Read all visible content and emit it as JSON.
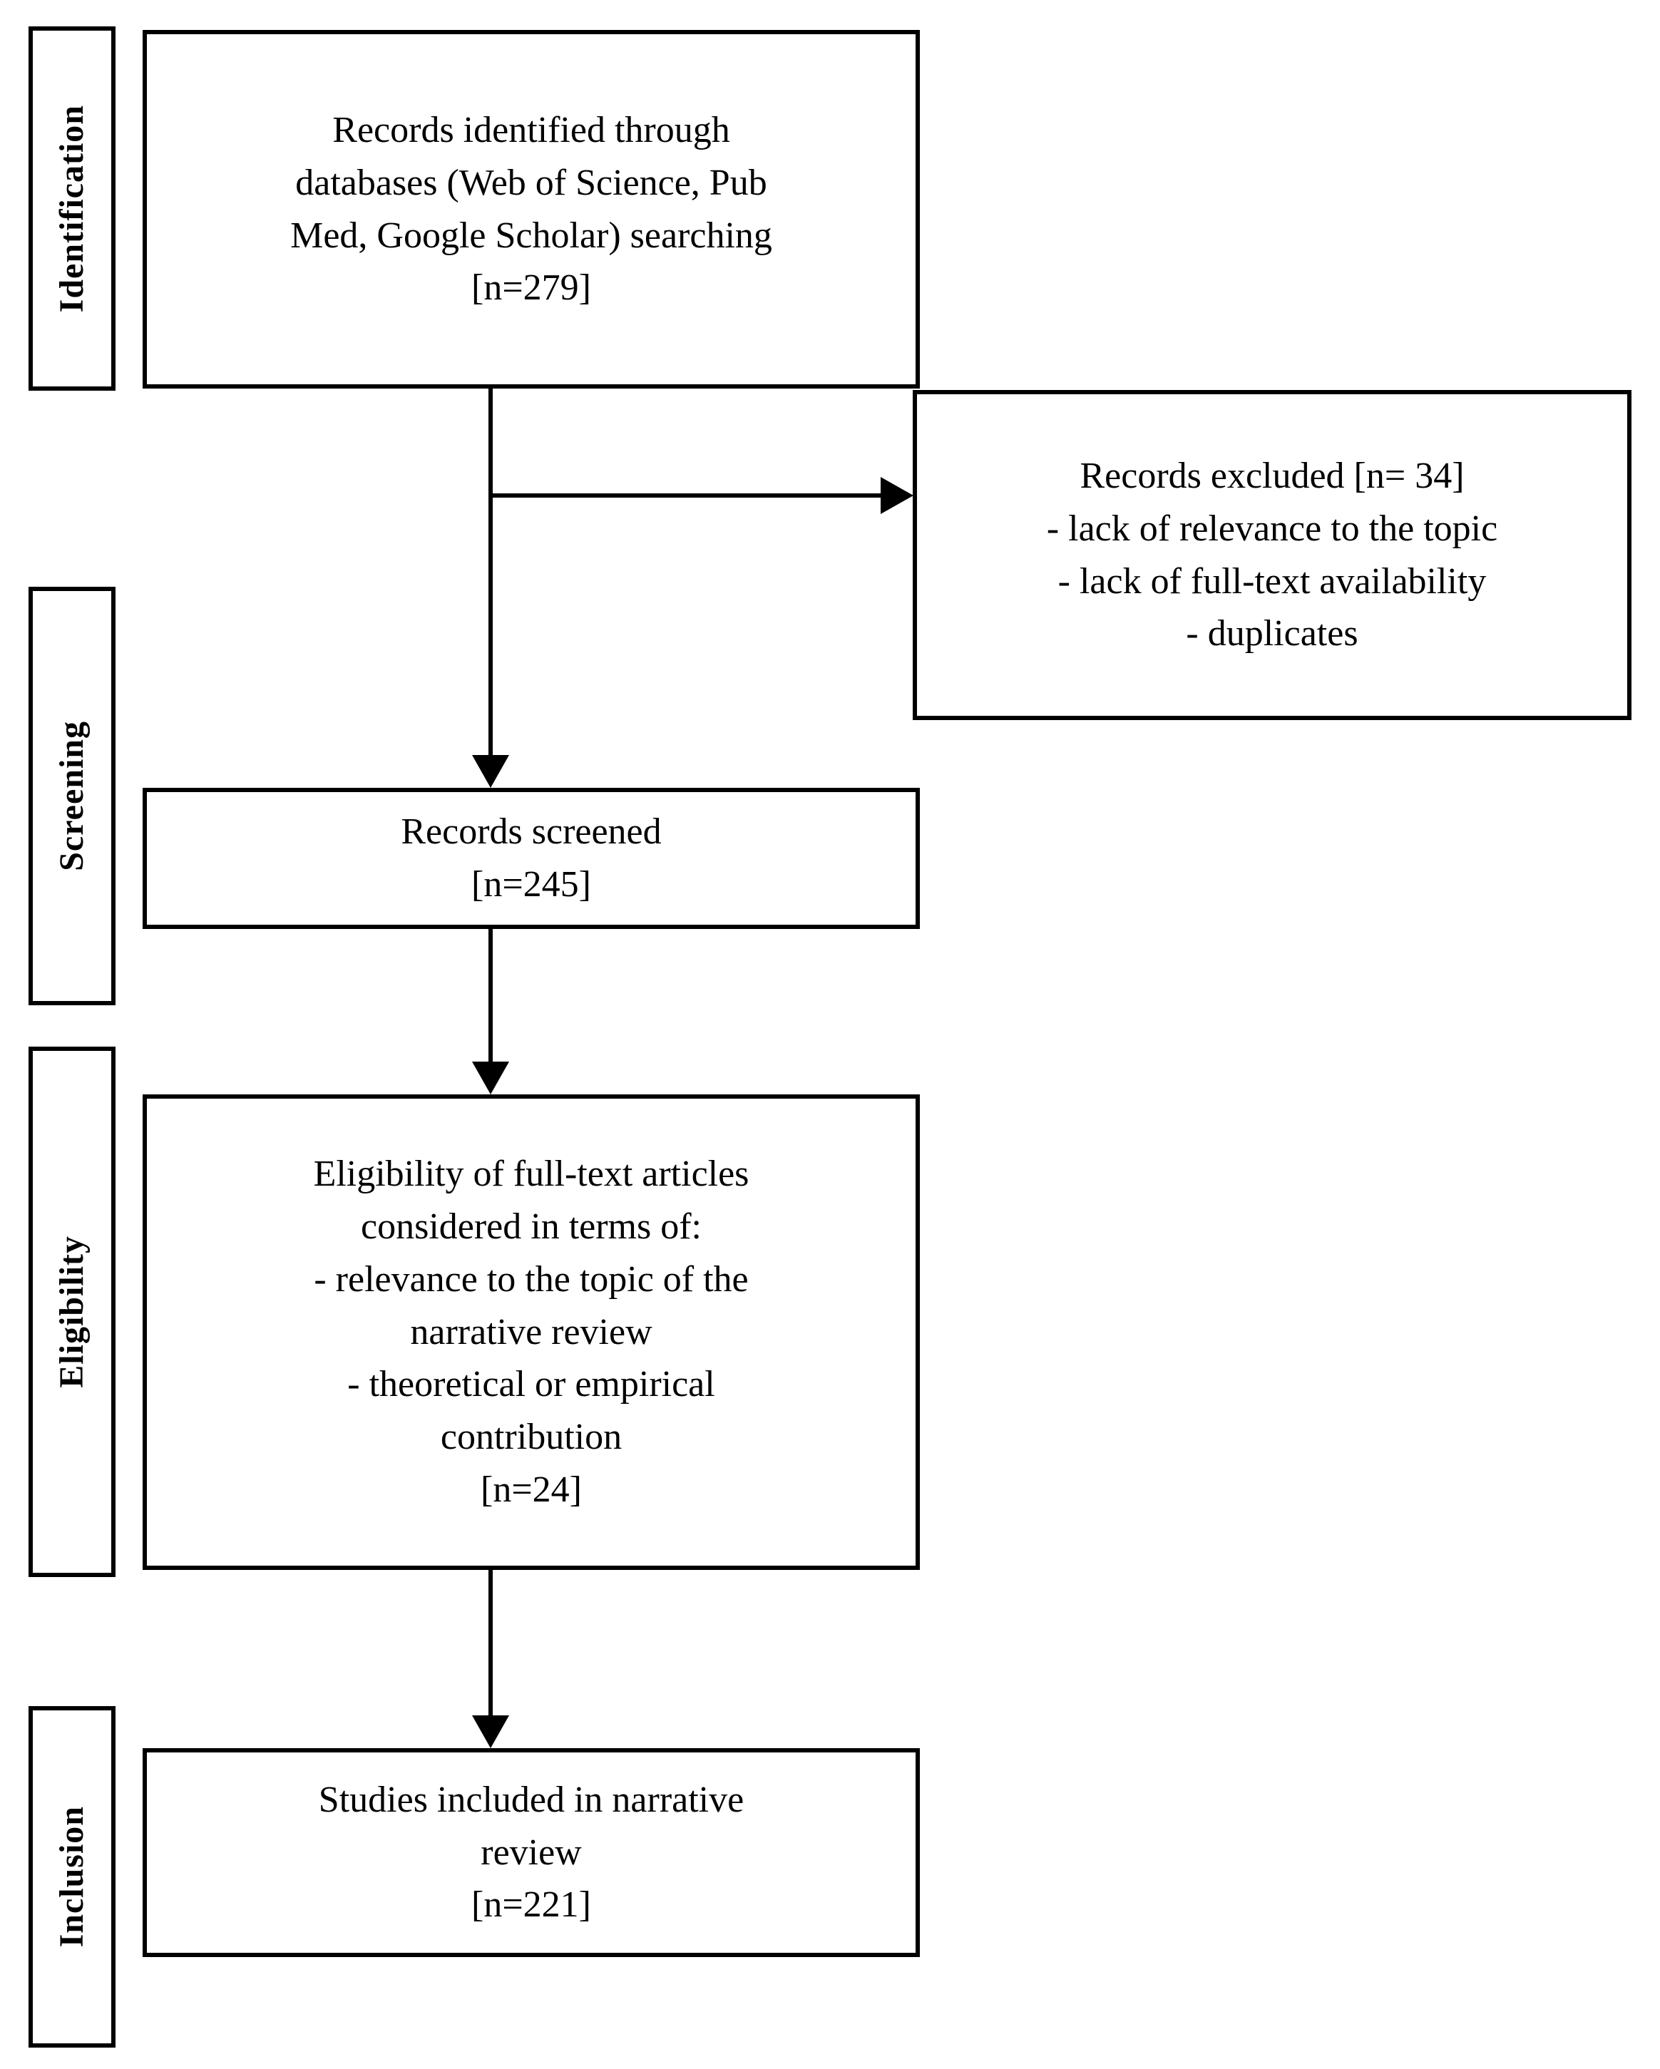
{
  "diagram": {
    "type": "prisma-flow-diagram",
    "background_color": "#ffffff",
    "line_color": "#000000"
  },
  "stages": [
    {
      "id": "identification",
      "label": "Identification"
    },
    {
      "id": "screening",
      "label": "Screening"
    },
    {
      "id": "eligibility",
      "label": "Eligibility"
    },
    {
      "id": "inclusion",
      "label": "Inclusion"
    }
  ],
  "boxes": {
    "identified": {
      "lines": [
        "Records identified through",
        "databases (Web of Science, Pub",
        "Med, Google Scholar) searching",
        "[n=279]"
      ],
      "count": 279
    },
    "excluded": {
      "lines": [
        "Records excluded [n= 34]",
        "- lack of relevance to the topic",
        "- lack of full-text availability",
        "- duplicates"
      ],
      "count": 34
    },
    "screened": {
      "lines": [
        "Records screened",
        "[n=245]"
      ],
      "count": 245
    },
    "eligibility": {
      "lines": [
        "Eligibility of full-text articles",
        "considered in terms of:",
        "- relevance to the topic of the",
        "narrative review",
        "- theoretical or empirical",
        "contribution",
        "[n=24]"
      ],
      "count": 24
    },
    "included": {
      "lines": [
        "Studies included in narrative",
        "review",
        "[n=221]"
      ],
      "count": 221
    }
  },
  "connectors": [
    {
      "id": "identified-to-screened",
      "from": "identified",
      "to": "screened",
      "direction": "down"
    },
    {
      "id": "identified-to-excluded",
      "from": "identified",
      "to": "excluded",
      "direction": "right"
    },
    {
      "id": "screened-to-eligibility",
      "from": "screened",
      "to": "eligibility",
      "direction": "down"
    },
    {
      "id": "eligibility-to-included",
      "from": "eligibility",
      "to": "included",
      "direction": "down"
    }
  ]
}
